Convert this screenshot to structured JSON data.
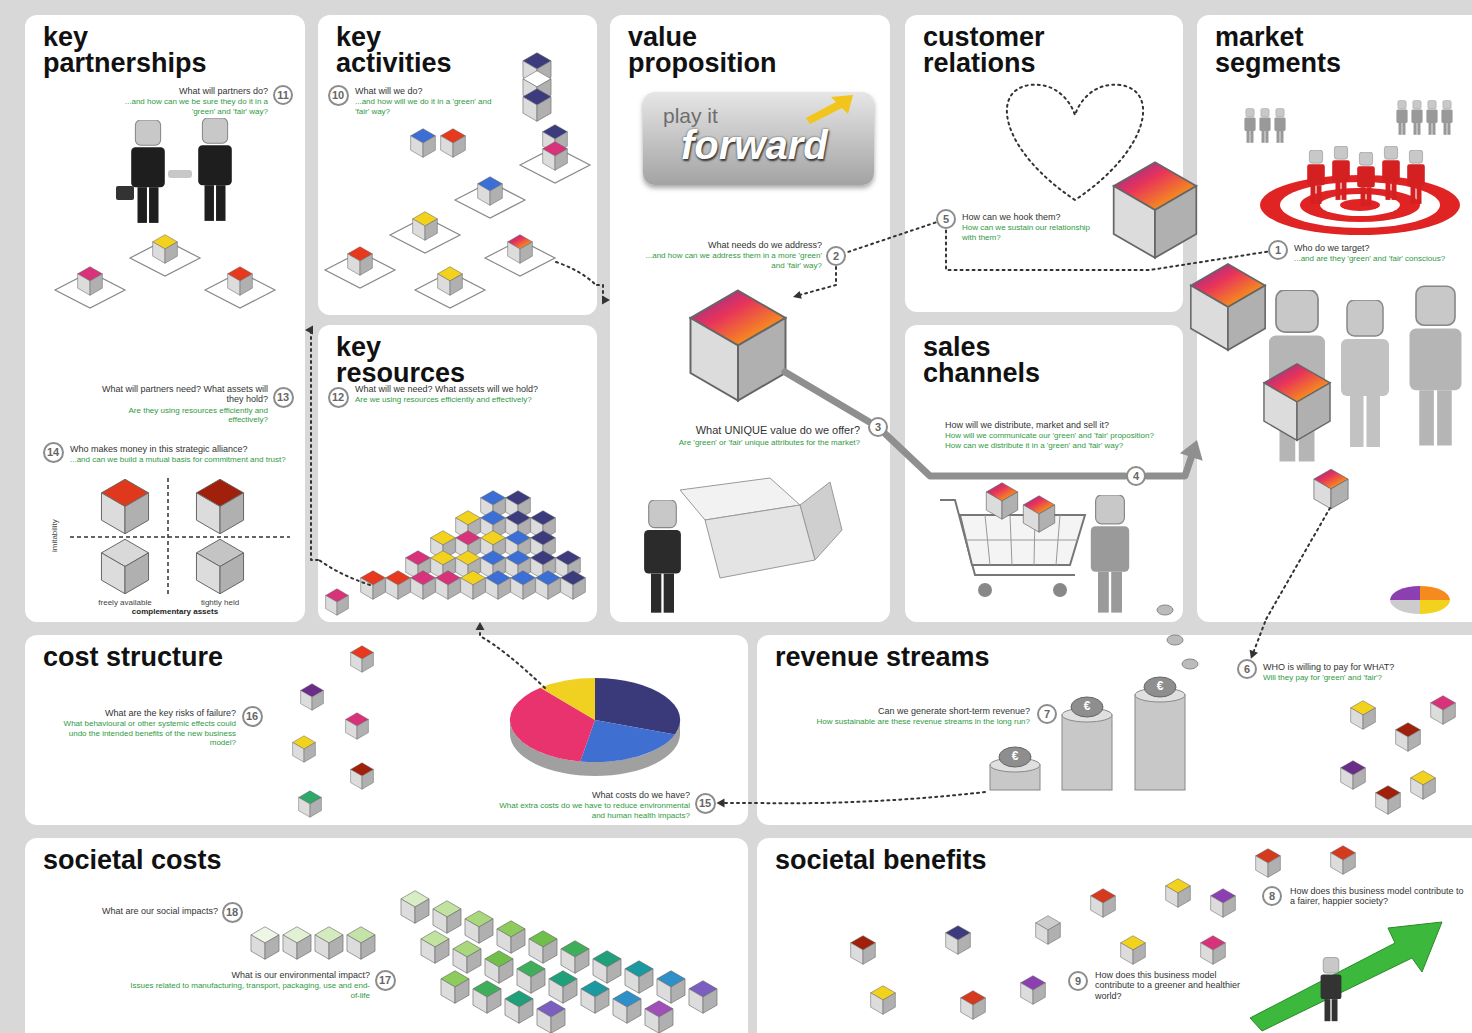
{
  "diagram": {
    "nodes": [
      {
        "text": [
          "key partnerships"
        ]
      },
      {
        "text": [
          "11"
        ],
        "in": 0
      },
      {
        "text": [
          "13"
        ],
        "in": 0
      },
      {
        "text": [
          "14"
        ],
        "in": 0
      },
      {
        "text": [
          "key activities"
        ]
      },
      {
        "text": [
          "10"
        ],
        "in": 4
      },
      {
        "text": [
          "key resources"
        ]
      },
      {
        "text": [
          "12"
        ],
        "in": 6
      },
      {
        "text": [
          "value proposition"
        ]
      },
      {
        "text": [
          "play it",
          "forward"
        ],
        "in": 8
      },
      {
        "text": [
          "2"
        ],
        "in": 8
      },
      {
        "text": [
          "3"
        ],
        "in": 8
      },
      {
        "text": [
          "customer relations"
        ]
      },
      {
        "text": [
          "5"
        ],
        "in": 12
      },
      {
        "text": [
          "sales channels"
        ]
      },
      {
        "text": [
          "4"
        ],
        "in": 14
      },
      {
        "text": [
          "market segments"
        ]
      },
      {
        "text": [
          "1"
        ],
        "in": 16
      },
      {
        "text": [
          "cost structure"
        ]
      },
      {
        "text": [
          "16"
        ],
        "in": 18
      },
      {
        "text": [
          "15"
        ],
        "in": 18
      },
      {
        "text": [
          "revenue streams"
        ]
      },
      {
        "text": [
          "7"
        ],
        "in": 21
      },
      {
        "text": [
          "6"
        ],
        "in": 21
      },
      {
        "text": [
          "societal costs"
        ]
      },
      {
        "text": [
          "18"
        ],
        "in": 24
      },
      {
        "text": [
          "17"
        ],
        "in": 24
      },
      {
        "text": [
          "societal benefits"
        ]
      },
      {
        "text": [
          "8"
        ],
        "in": 27
      },
      {
        "text": [
          "9"
        ],
        "in": 27
      }
    ],
    "edges": [
      {
        "from": 4,
        "to": 8,
        "arrow": "to"
      },
      {
        "from": 17,
        "to": 13,
        "arrow": "none"
      },
      {
        "from": 13,
        "to": 10,
        "arrow": "none"
      },
      {
        "from": 11,
        "to": 15,
        "arrow": "none"
      },
      {
        "from": 15,
        "to": 16,
        "arrow": "to"
      },
      {
        "from": 16,
        "to": 23,
        "arrow": "to"
      },
      {
        "from": 21,
        "to": 20,
        "arrow": "to"
      },
      {
        "from": 18,
        "to": 6,
        "arrow": "to"
      },
      {
        "from": 6,
        "to": 0,
        "arrow": "to"
      }
    ],
    "labels": [
      "What will partners do?",
      "...and how can we be sure they do it in a 'green' and 'fair' way?",
      "What will we do?",
      "...and how will we do it in a 'green' and 'fair' way?",
      "What will partners need? What assets will they hold?",
      "Are they using resources efficiently and effectively?",
      "Who makes money in this strategic alliance?",
      "...and can we build a mutual basis for commitment and trust?",
      "imitability",
      "freely available",
      "tightly held",
      "complementary assets",
      "What will we need? What assets will we hold?",
      "Are we using resources efficiently and effectively?",
      "What needs do we address?",
      "...and how can we address them in a more 'green' and 'fair' way?",
      "What UNIQUE value do we offer?",
      "Are 'green' or 'fair' unique attributes for the market?",
      "How can we hook them?",
      "How can we sustain our relationship with them?",
      "How will we distribute, market and sell it?",
      "How will we communicate our 'green' and 'fair' proposition? How can we distribute it in a 'green' and 'fair' way?",
      "Who do we target?",
      "...and are they 'green' and 'fair' conscious?",
      "What are the key risks of failure?",
      "What behavioural or other systemic effects could undo the intended benefits of the new business model?",
      "What costs do we have?",
      "What extra costs do we have to reduce environmental and human health impacts?",
      "Can we generate short-term revenue?",
      "How sustainable are these revenue streams in the long run?",
      "WHO is willing to pay for WHAT?",
      "Will they pay for 'green' and 'fair'?",
      "What are our social impacts?",
      "What is our environmental impact?",
      "Issues related to manufacturing, transport, packaging, use and end-of-life",
      "How does this business model contribute to a fairer, happier society?",
      "How does this business model contribute to a greener and healthier world?",
      "€",
      "€",
      "€"
    ]
  }
}
